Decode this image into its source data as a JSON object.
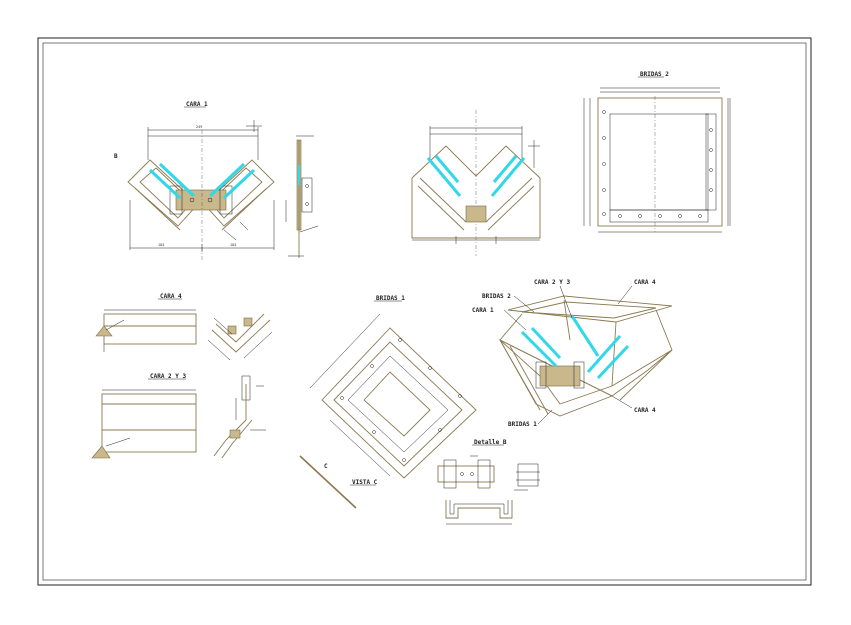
{
  "colors": {
    "background": "#ffffff",
    "frame": "#222222",
    "steel": "#8b7a52",
    "brace": "#30d8e8"
  },
  "labels": {
    "cara1": "CARA 1",
    "bridas2_top": "BRIDAS 2",
    "cara4_left": "CARA 4",
    "cara2y3_left": "CARA 2 Y 3",
    "bridas1_center": "BRIDAS 1",
    "vista_c": "VISTA C",
    "c_marker": "C",
    "detalle_b": "Detalle B",
    "iso_bridas2": "BRIDAS 2",
    "iso_cara1": "CARA 1",
    "iso_cara2y3": "CARA 2 Y 3",
    "iso_cara4_top": "CARA 4",
    "iso_cara4_bottom": "CARA 4",
    "iso_bridas1": "BRIDAS 1",
    "b_marker": "B"
  }
}
